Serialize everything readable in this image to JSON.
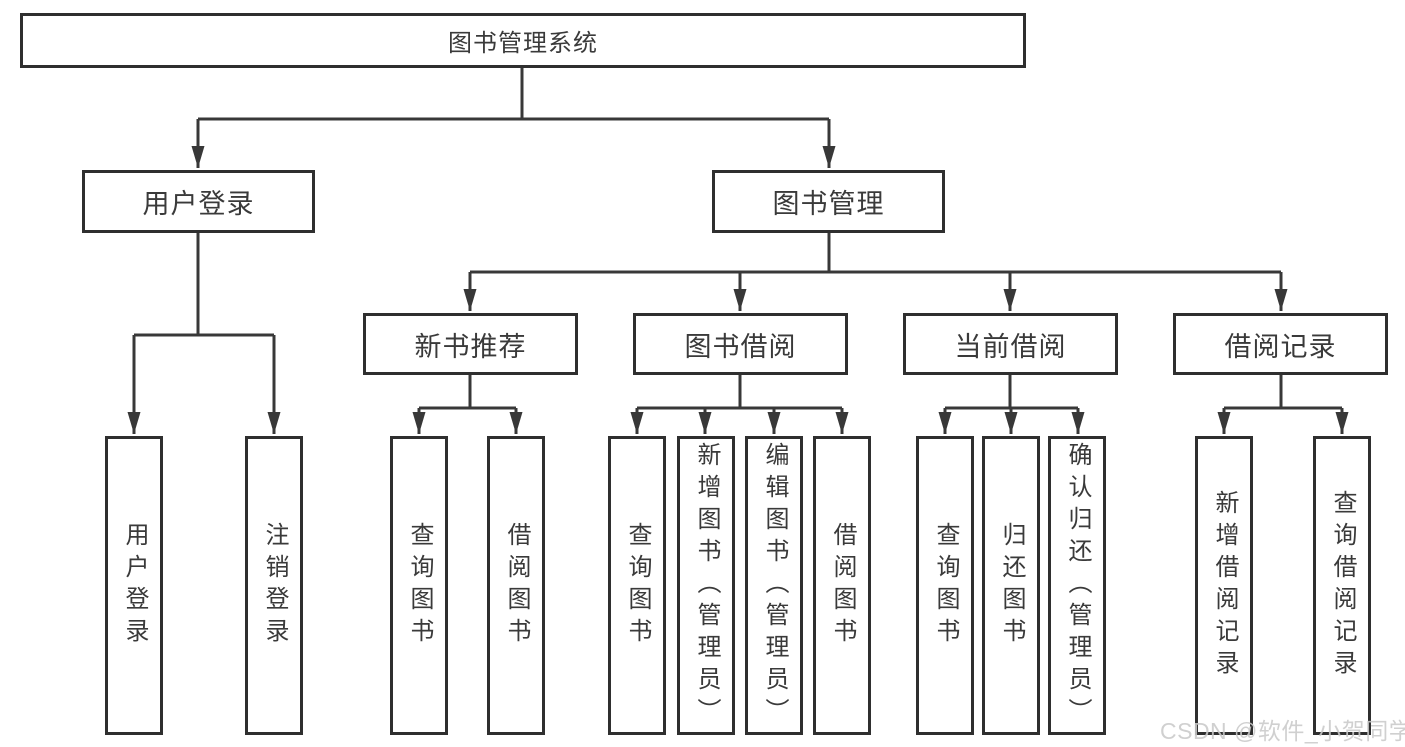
{
  "tree": {
    "root": "图书管理系统",
    "children": [
      {
        "label": "用户登录",
        "children": [
          {
            "label": "用户登录"
          },
          {
            "label": "注销登录"
          }
        ]
      },
      {
        "label": "图书管理",
        "children": [
          {
            "label": "新书推荐",
            "children": [
              {
                "label": "查询图书"
              },
              {
                "label": "借阅图书"
              }
            ]
          },
          {
            "label": "图书借阅",
            "children": [
              {
                "label": "查询图书"
              },
              {
                "label": "新增图书（管理员）"
              },
              {
                "label": "编辑图书（管理员）"
              },
              {
                "label": "借阅图书"
              }
            ]
          },
          {
            "label": "当前借阅",
            "children": [
              {
                "label": "查询图书"
              },
              {
                "label": "归还图书"
              },
              {
                "label": "确认归还（管理员）"
              }
            ]
          },
          {
            "label": "借阅记录",
            "children": [
              {
                "label": "新增借阅记录"
              },
              {
                "label": "查询借阅记录"
              }
            ]
          }
        ]
      }
    ]
  },
  "watermark": {
    "text": "CSDN @软件_小贺同学"
  },
  "colors": {
    "line": "#383838",
    "box_border": "#2f2f2f",
    "text": "#3a3a3a",
    "background": "#ffffff",
    "watermark": "#c9c9c9"
  }
}
